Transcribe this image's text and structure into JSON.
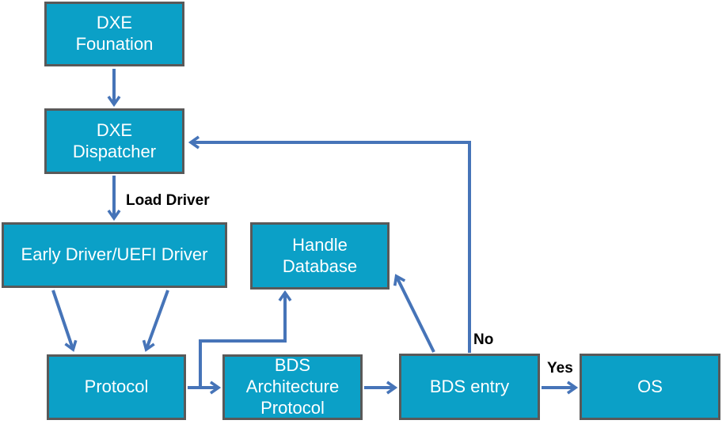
{
  "diagram": {
    "type": "flowchart",
    "nodes": [
      {
        "id": "dxe-foundation",
        "label": "DXE\nFounation"
      },
      {
        "id": "dxe-dispatcher",
        "label": "DXE\nDispatcher"
      },
      {
        "id": "early-driver",
        "label": "Early Driver/UEFI Driver"
      },
      {
        "id": "handle-database",
        "label": "Handle\nDatabase"
      },
      {
        "id": "protocol",
        "label": "Protocol"
      },
      {
        "id": "bds-architecture-protocol",
        "label": "BDS\nArchitecture\nProtocol"
      },
      {
        "id": "bds-entry",
        "label": "BDS entry"
      },
      {
        "id": "os",
        "label": "OS"
      }
    ],
    "edge_labels": [
      {
        "id": "load-driver",
        "text": "Load Driver"
      },
      {
        "id": "no",
        "text": "No"
      },
      {
        "id": "yes",
        "text": "Yes"
      }
    ],
    "edges": [
      {
        "from": "dxe-foundation",
        "to": "dxe-dispatcher",
        "label": ""
      },
      {
        "from": "dxe-dispatcher",
        "to": "early-driver",
        "label": "Load Driver"
      },
      {
        "from": "early-driver",
        "to": "protocol",
        "label": ""
      },
      {
        "from": "early-driver",
        "to": "protocol",
        "label": ""
      },
      {
        "from": "protocol",
        "to": "bds-architecture-protocol",
        "label": ""
      },
      {
        "from": "protocol",
        "to": "handle-database",
        "label": ""
      },
      {
        "from": "bds-architecture-protocol",
        "to": "bds-entry",
        "label": ""
      },
      {
        "from": "bds-entry",
        "to": "handle-database",
        "label": ""
      },
      {
        "from": "bds-entry",
        "to": "dxe-dispatcher",
        "label": "No"
      },
      {
        "from": "bds-entry",
        "to": "os",
        "label": "Yes"
      }
    ],
    "colors": {
      "node_fill": "#0ba0c7",
      "node_border": "#595959",
      "node_text": "#ffffff",
      "arrow": "#4674b8",
      "label_text": "#000000",
      "background": "#ffffff"
    }
  }
}
